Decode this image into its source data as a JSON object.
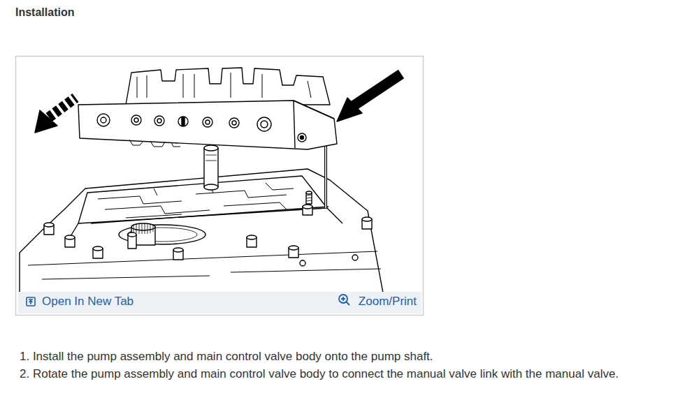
{
  "diagram": {
    "title": "Installation",
    "labels": [
      "Open In New Tab",
      "Zoom/Print",
      "1. Install the pump assembly and main control valve body onto the pump shaft.",
      "2. Rotate the pump assembly and main control valve body to connect the manual valve link with the manual valve."
    ]
  }
}
